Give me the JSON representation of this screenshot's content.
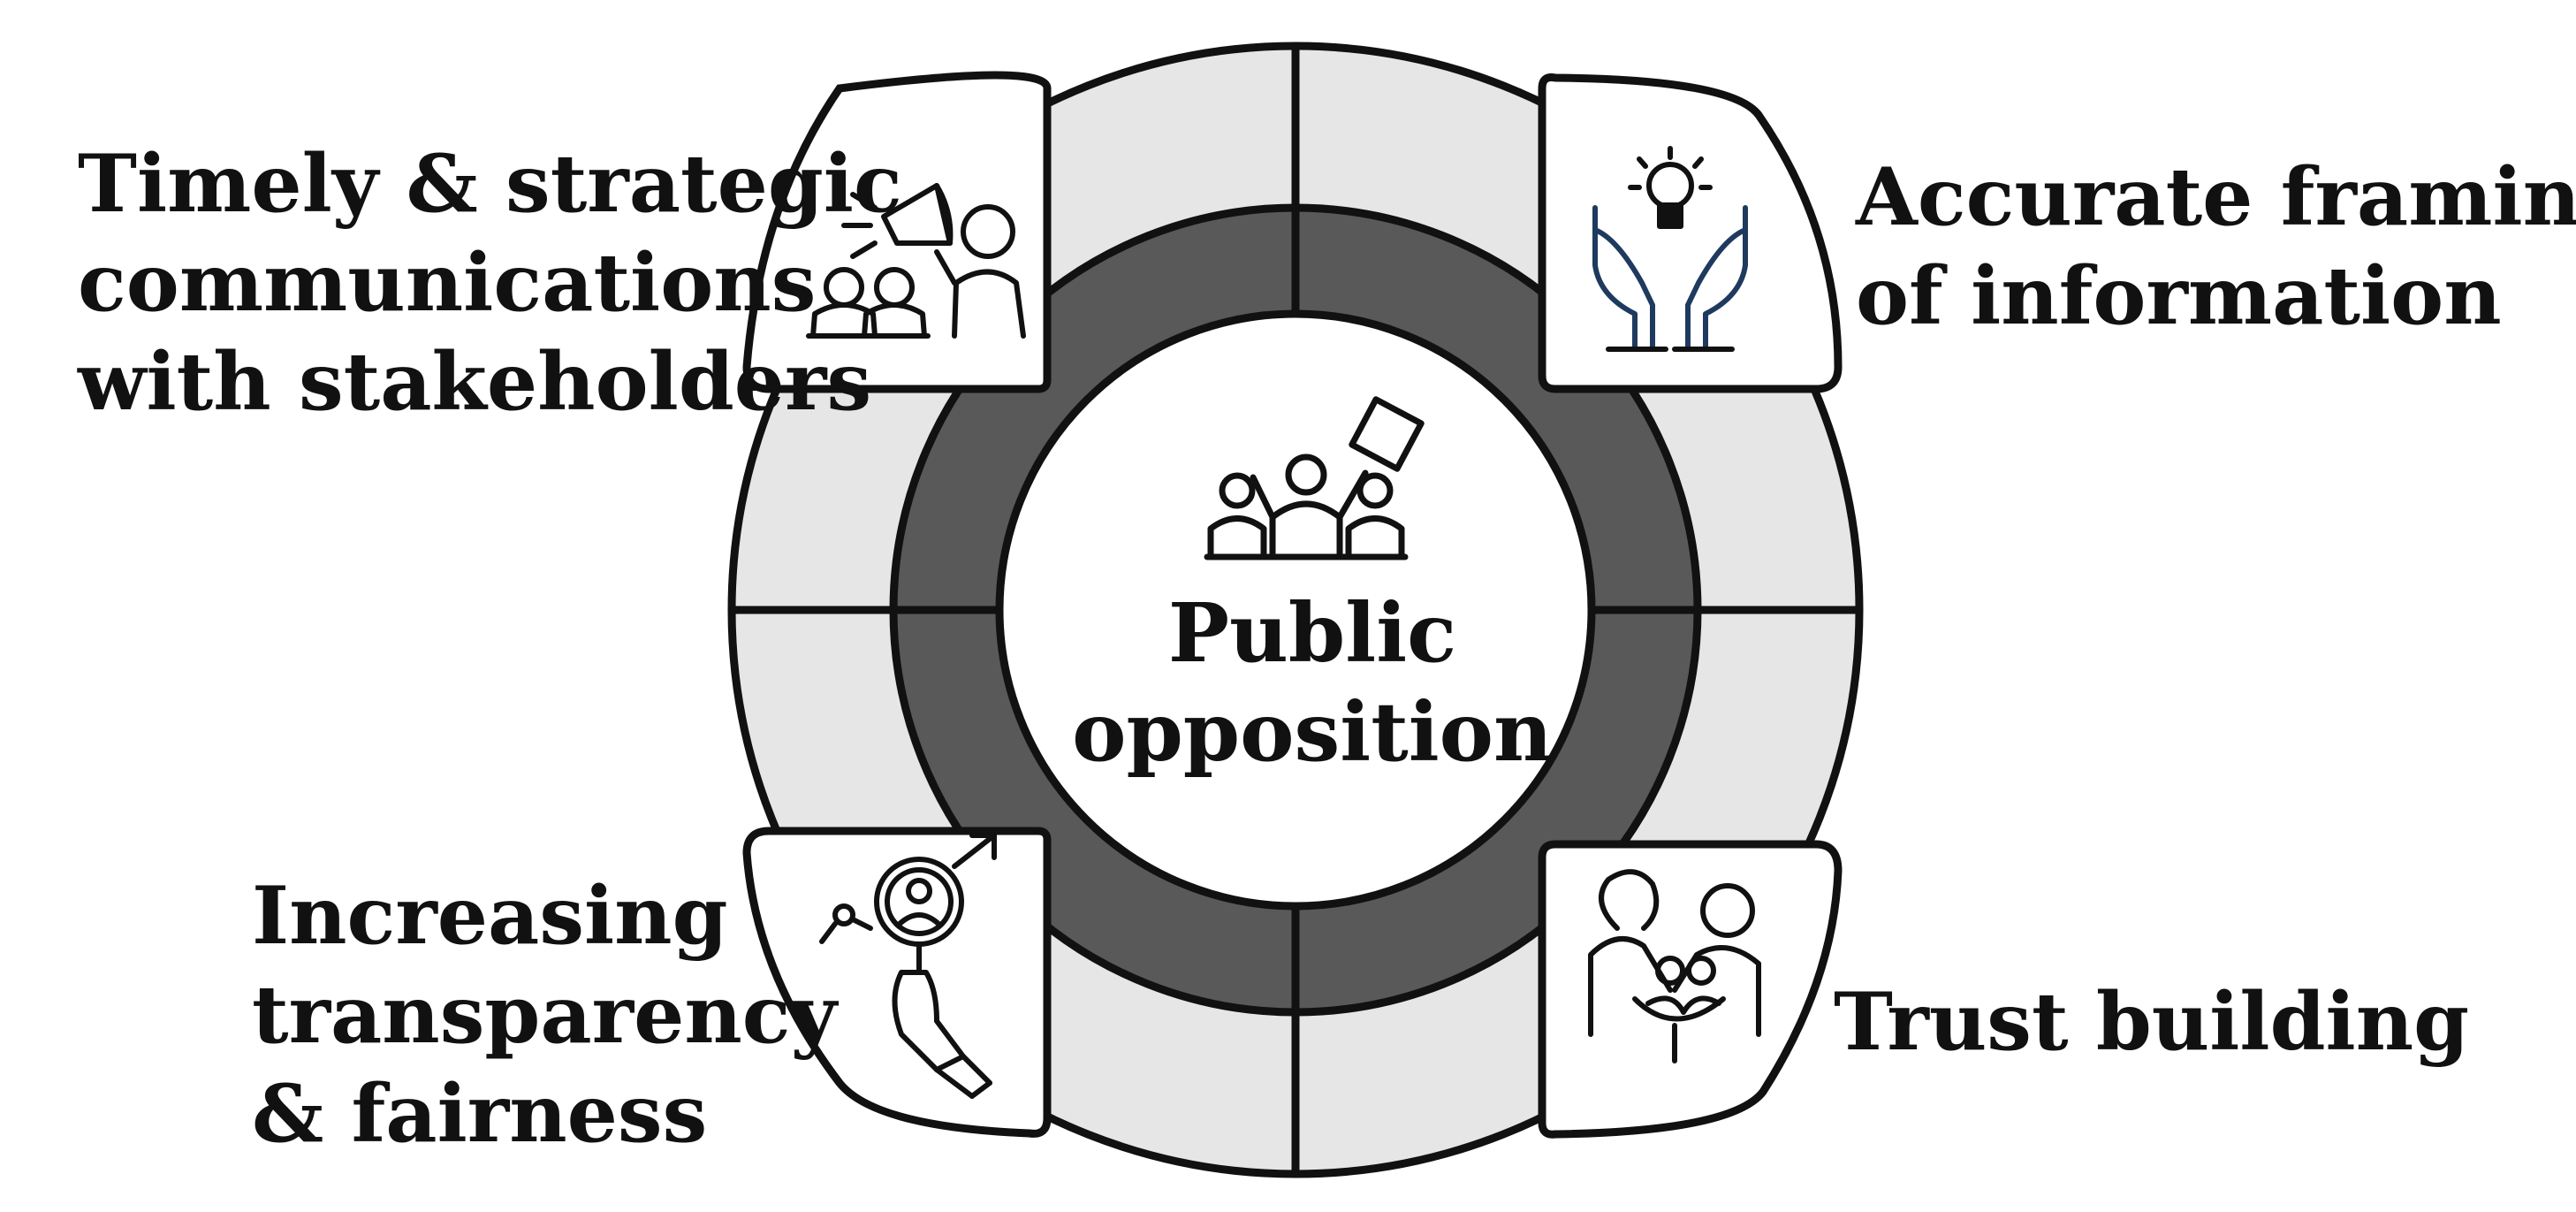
{
  "center": {
    "title_lines": [
      "Public",
      "opposition"
    ],
    "icon": "protest-crowd-icon"
  },
  "segments": [
    {
      "position": "top-left",
      "label_lines": [
        "Timely & strategic",
        "communications",
        "with stakeholders"
      ],
      "icon": "megaphone-audience-icon"
    },
    {
      "position": "top-right",
      "label_lines": [
        "Accurate framing",
        "of information"
      ],
      "icon": "lightbulb-hands-icon"
    },
    {
      "position": "bottom-left",
      "label_lines": [
        "Increasing",
        "transparency",
        "& fairness"
      ],
      "icon": "magnifier-hand-icon"
    },
    {
      "position": "bottom-right",
      "label_lines": [
        "Trust building"
      ],
      "icon": "family-trust-icon"
    }
  ],
  "colors": {
    "outer_ring": "#e6e6e6",
    "inner_ring": "#595959",
    "center_fill": "#ffffff",
    "stroke": "#111111",
    "icon_accent": "#1f3a5f"
  }
}
